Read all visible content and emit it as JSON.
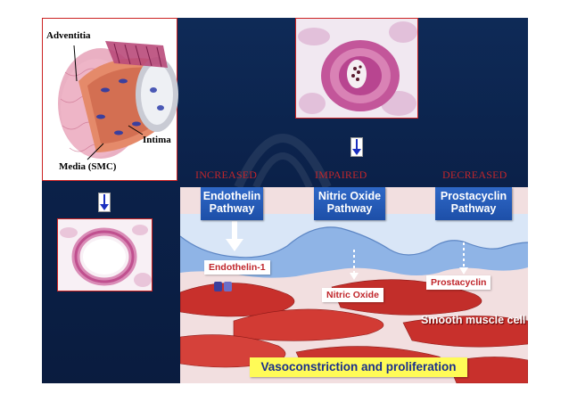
{
  "vessel_labels": {
    "adventitia": "Adventitia",
    "intima": "Intima",
    "media": "Media (SMC)"
  },
  "states": {
    "increased": "INCREASED",
    "impaired": "IMPAIRED",
    "decreased": "DECREASED"
  },
  "pathways": [
    {
      "line1": "Endothelin",
      "line2": "Pathway"
    },
    {
      "line1": "Nitric Oxide",
      "line2": "Pathway"
    },
    {
      "line1": "Prostacyclin",
      "line2": "Pathway"
    }
  ],
  "mediators": {
    "endothelin": "Endothelin-1",
    "nitric_oxide": "Nitric Oxide",
    "prostacyclin": "Prostacyclin"
  },
  "smooth_muscle_label": "Smooth muscle cell",
  "outcome": "Vasoconstriction and proliferation",
  "colors": {
    "slide_bg": "#0e2a57",
    "state_text": "#c0262b",
    "pathway_box": "#1d4fa8",
    "outcome_bg": "#fffb57",
    "outcome_text": "#1a2f8c"
  }
}
